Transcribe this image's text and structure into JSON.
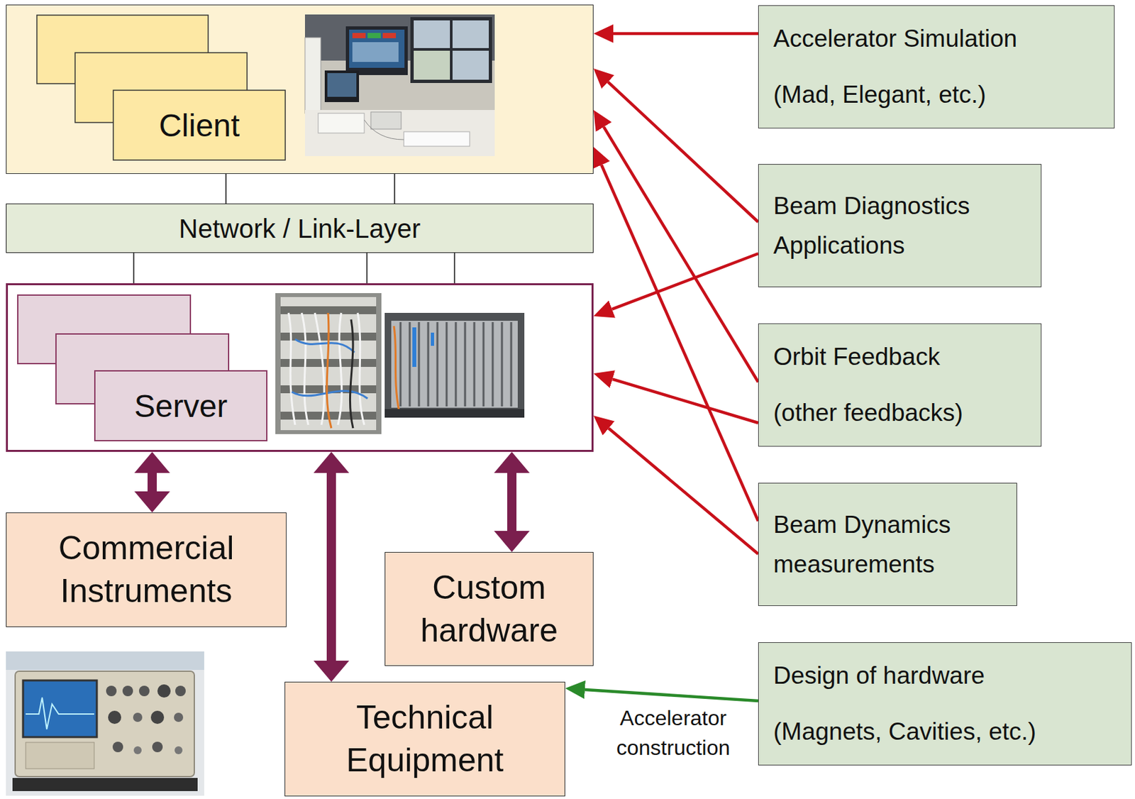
{
  "diagram": {
    "nodes": [
      {
        "text": [
          "Client"
        ]
      },
      {
        "text": [
          "Network / Link-Layer"
        ]
      },
      {
        "text": [
          "Server"
        ]
      },
      {
        "text": [
          "Commercial Instruments"
        ]
      },
      {
        "text": [
          "Custom hardware"
        ]
      },
      {
        "text": [
          "Technical Equipment"
        ]
      },
      {
        "text": [
          "Accelerator Simulation",
          "(Mad, Elegant, etc.)"
        ]
      },
      {
        "text": [
          "Beam Diagnostics Applications"
        ]
      },
      {
        "text": [
          "Orbit Feedback",
          "(other feedbacks)"
        ]
      },
      {
        "text": [
          "Beam Dynamics measurements"
        ]
      },
      {
        "text": [
          "Design of hardware",
          "(Magnets, Cavities, etc.)"
        ]
      }
    ],
    "edges": [
      {
        "from": 0,
        "to": 1,
        "arrow": "none"
      },
      {
        "from": 0,
        "to": 1,
        "arrow": "none"
      },
      {
        "from": 1,
        "to": 2,
        "arrow": "none"
      },
      {
        "from": 1,
        "to": 2,
        "arrow": "none"
      },
      {
        "from": 1,
        "to": 2,
        "arrow": "none"
      },
      {
        "from": 2,
        "to": 3,
        "arrow": "both"
      },
      {
        "from": 2,
        "to": 5,
        "arrow": "both"
      },
      {
        "from": 2,
        "to": 4,
        "arrow": "both"
      },
      {
        "from": 6,
        "to": 0,
        "arrow": "to"
      },
      {
        "from": 7,
        "to": 0,
        "arrow": "to"
      },
      {
        "from": 7,
        "to": 2,
        "arrow": "to"
      },
      {
        "from": 8,
        "to": 0,
        "arrow": "to"
      },
      {
        "from": 8,
        "to": 2,
        "arrow": "to"
      },
      {
        "from": 9,
        "to": 0,
        "arrow": "to"
      },
      {
        "from": 9,
        "to": 2,
        "arrow": "to"
      },
      {
        "from": 10,
        "to": 5,
        "arrow": "to",
        "label": "Accelerator construction"
      }
    ]
  }
}
